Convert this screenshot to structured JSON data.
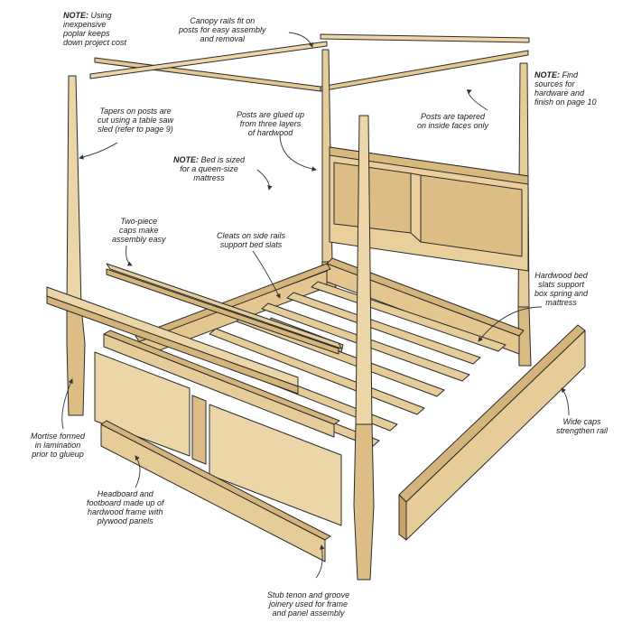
{
  "callouts": {
    "note_poplar": {
      "prefix": "NOTE:",
      "lines": [
        "Using",
        "inexpensive",
        "poplar keeps",
        "down project cost"
      ]
    },
    "canopy_rails": {
      "lines": [
        "Canopy rails fit on",
        "posts for easy assembly",
        "and removal"
      ]
    },
    "note_sources": {
      "prefix": "NOTE:",
      "lines": [
        "Find",
        "sources for",
        "hardware and",
        "finish on page 10"
      ]
    },
    "tapers_posts": {
      "lines": [
        "Tapers on posts are",
        "cut using a table saw",
        "sled (refer to page 9)"
      ]
    },
    "posts_glued": {
      "lines": [
        "Posts are glued up",
        "from three layers",
        "of hardwood"
      ]
    },
    "posts_tapered": {
      "lines": [
        "Posts are tapered",
        "on inside faces only"
      ]
    },
    "note_queen": {
      "prefix": "NOTE:",
      "lines": [
        "Bed is sized",
        "for a queen-size",
        "mattress"
      ]
    },
    "two_piece_caps": {
      "lines": [
        "Two-piece",
        "caps make",
        "assembly easy"
      ]
    },
    "cleats": {
      "lines": [
        "Cleats on side rails",
        "support bed slats"
      ]
    },
    "hardwood_slats": {
      "lines": [
        "Hardwood bed",
        "slats support",
        "box spring and",
        "mattress"
      ]
    },
    "wide_caps": {
      "lines": [
        "Wide caps",
        "strengthen rail"
      ]
    },
    "mortise": {
      "lines": [
        "Mortise formed",
        "in lamination",
        "prior to glueup"
      ]
    },
    "headboard": {
      "lines": [
        "Headboard and",
        "footboard made up of",
        "hardwood frame with",
        "plywood panels"
      ]
    },
    "stub_tenon": {
      "lines": [
        "Stub tenon and groove",
        "joinery used for frame",
        "and panel assembly"
      ]
    }
  },
  "colors": {
    "wood_light": "#ecd6a8",
    "wood_mid": "#dcbd85",
    "wood_dark": "#c9a468",
    "outline": "#2b2b2b",
    "leader": "#333333"
  }
}
